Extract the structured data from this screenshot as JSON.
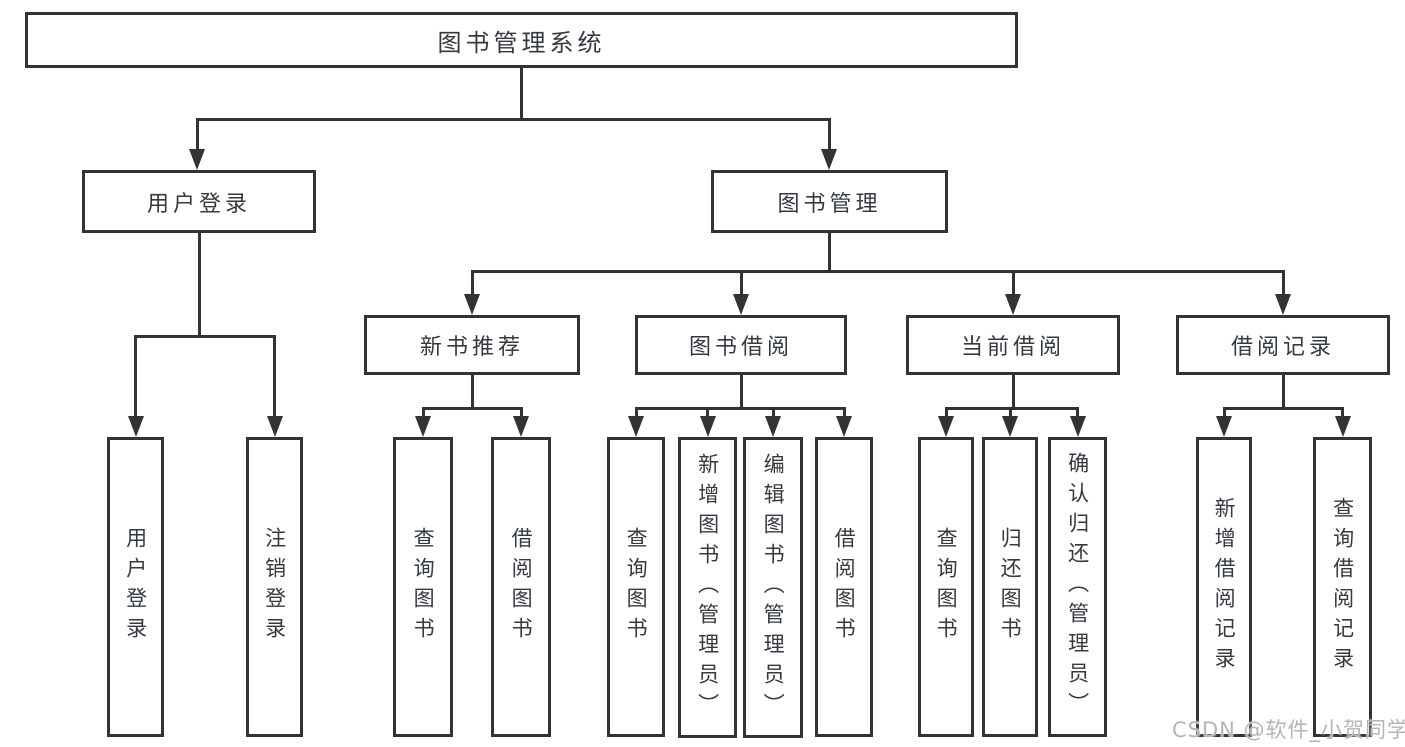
{
  "diagram": {
    "type": "hierarchy-diagram",
    "title": "图书管理系统",
    "watermark": "CSDN @软件_小贺同学"
  },
  "colors": {
    "line": "#333333",
    "text": "#343a40",
    "watermark": "#b5b5b5",
    "background": "#ffffff"
  },
  "nodes": {
    "root": "图书管理系统",
    "l2_user_login": "用户登录",
    "l2_book_mgmt": "图书管理",
    "l3_new_book": "新书推荐",
    "l3_book_borrow": "图书借阅",
    "l3_current_borrow": "当前借阅",
    "l3_borrow_record": "借阅记录",
    "leaf_user_login": "用户登录",
    "leaf_logout": "注销登录",
    "leaf_query_book_1": "查询图书",
    "leaf_borrow_book_1": "借阅图书",
    "leaf_query_book_2": "查询图书",
    "leaf_add_book": "新增图书（管理员）",
    "leaf_edit_book": "编辑图书（管理员）",
    "leaf_borrow_book_2": "借阅图书",
    "leaf_query_book_3": "查询图书",
    "leaf_return_book": "归还图书",
    "leaf_confirm_return": "确认归还（管理员）",
    "leaf_add_record": "新增借阅记录",
    "leaf_query_record": "查询借阅记录"
  },
  "hierarchy": {
    "图书管理系统": {
      "用户登录": [
        "用户登录",
        "注销登录"
      ],
      "图书管理": {
        "新书推荐": [
          "查询图书",
          "借阅图书"
        ],
        "图书借阅": [
          "查询图书",
          "新增图书（管理员）",
          "编辑图书（管理员）",
          "借阅图书"
        ],
        "当前借阅": [
          "查询图书",
          "归还图书",
          "确认归还（管理员）"
        ],
        "借阅记录": [
          "新增借阅记录",
          "查询借阅记录"
        ]
      }
    }
  }
}
